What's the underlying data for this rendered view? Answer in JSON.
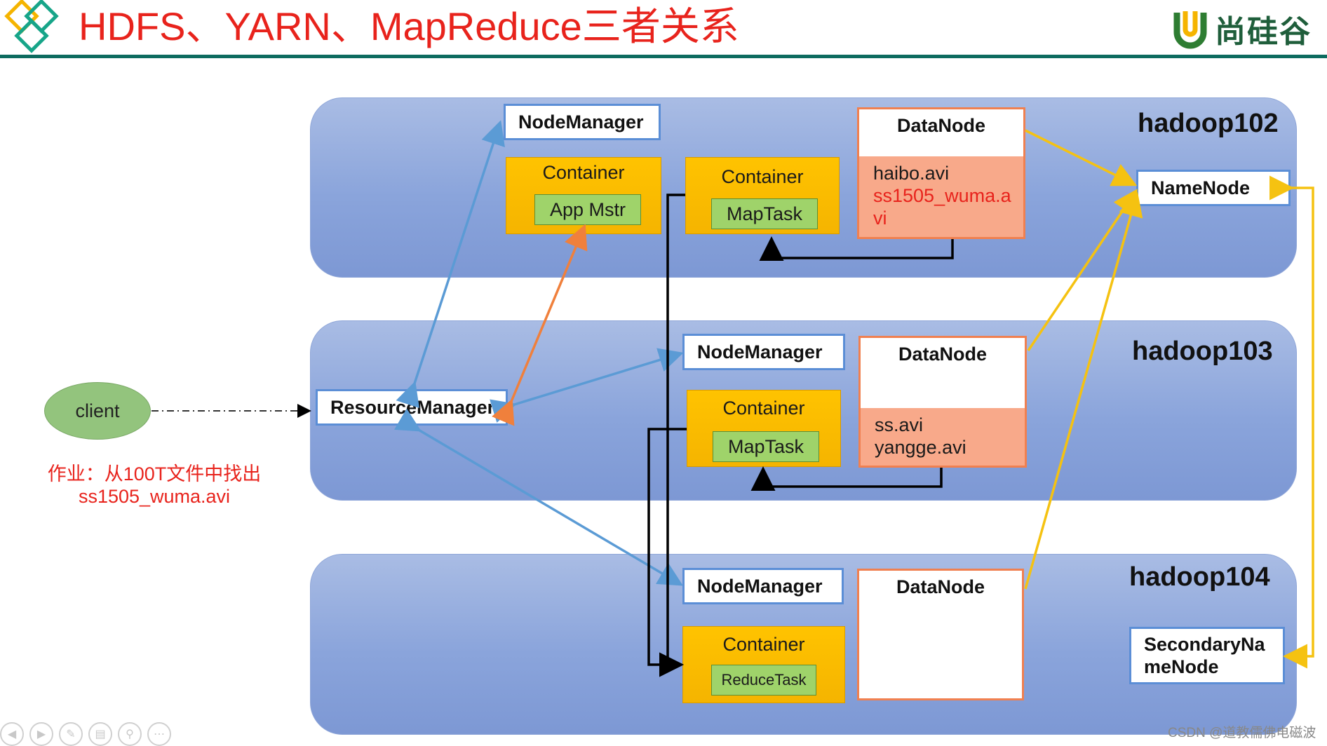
{
  "slide": {
    "title": "HDFS、YARN、MapReduce三者关系",
    "brand": "尚硅谷"
  },
  "client": {
    "label": "client",
    "homework": [
      "作业：从100T文件中找出",
      "ss1505_wuma.avi"
    ]
  },
  "resource_manager": {
    "label": "ResourceManager"
  },
  "hosts": [
    {
      "name": "hadoop102",
      "node_manager": "NodeManager",
      "containers": [
        {
          "title": "Container",
          "task": "App Mstr"
        },
        {
          "title": "Container",
          "task": "MapTask"
        }
      ],
      "datanode": {
        "title": "DataNode",
        "files": [
          "haibo.avi",
          "ss1505_wuma.a",
          "vi"
        ]
      },
      "extra": {
        "title": "NameNode"
      }
    },
    {
      "name": "hadoop103",
      "node_manager": "NodeManager",
      "containers": [
        {
          "title": "Container",
          "task": "MapTask"
        }
      ],
      "datanode": {
        "title": "DataNode",
        "files": [
          "ss.avi",
          "yangge.avi"
        ]
      }
    },
    {
      "name": "hadoop104",
      "node_manager": "NodeManager",
      "containers": [
        {
          "title": "Container",
          "task": "ReduceTask"
        }
      ],
      "datanode": {
        "title": "DataNode",
        "files": []
      },
      "extra": {
        "title": "SecondaryNa",
        "title2": "meNode"
      }
    }
  ],
  "colors": {
    "title_red": "#e8231c",
    "band_blue": "#8aa4db",
    "container_yellow": "#ffc300",
    "task_green": "#9fd36a",
    "datanode_salmon": "#f8a98a",
    "arrow_blue": "#5b9bd5",
    "arrow_orange": "#f0803c",
    "arrow_gold": "#f5c211",
    "arrow_black": "#000000"
  },
  "footer": {
    "watermark": "CSDN @道教儒佛电磁波",
    "icons": [
      "prev-icon",
      "next-icon",
      "pen-icon",
      "slides-icon",
      "zoom-icon",
      "more-icon"
    ]
  }
}
